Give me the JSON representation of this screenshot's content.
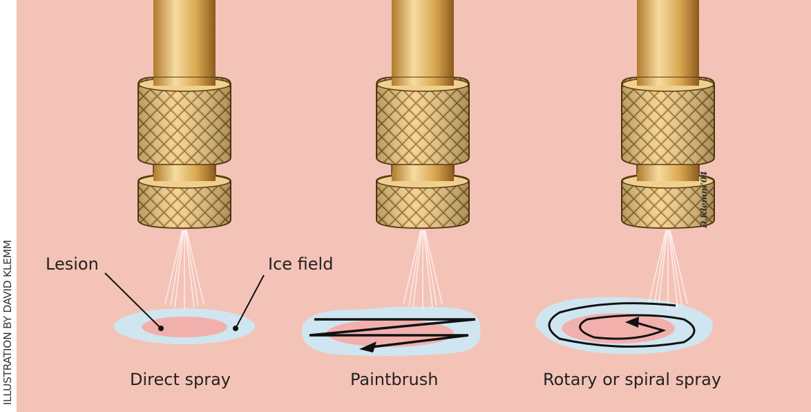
{
  "credit": "ILLUSTRATION BY DAVID KLEMM",
  "signature": "D.Klemm'04",
  "callouts": {
    "lesion": "Lesion",
    "ice_field": "Ice field"
  },
  "techniques": [
    {
      "label": "Direct spray"
    },
    {
      "label": "Paintbrush"
    },
    {
      "label": "Rotary or spiral spray"
    }
  ],
  "colors": {
    "skin": "#f4c3b7",
    "ice": "#cfe6f0",
    "lesion": "#f2b0ac",
    "brass": "#d9a853",
    "outline": "#5a3a12"
  }
}
